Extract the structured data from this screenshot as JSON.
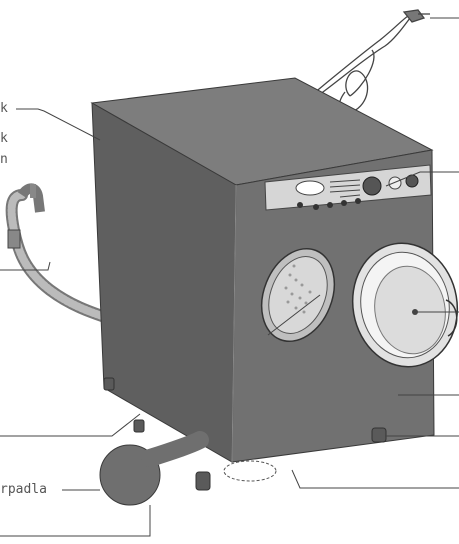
{
  "labels": {
    "top_left_line1": "k",
    "top_left_line2": "k",
    "top_left_line3": "n",
    "bottom_left": "rpadla"
  },
  "colors": {
    "body": "#707070",
    "body_dark": "#5f5f5f",
    "body_light": "#838383",
    "outline": "#3a3a3a",
    "leader": "#444444",
    "panel": "#d6d6d6",
    "door": "#d9d9d9"
  }
}
